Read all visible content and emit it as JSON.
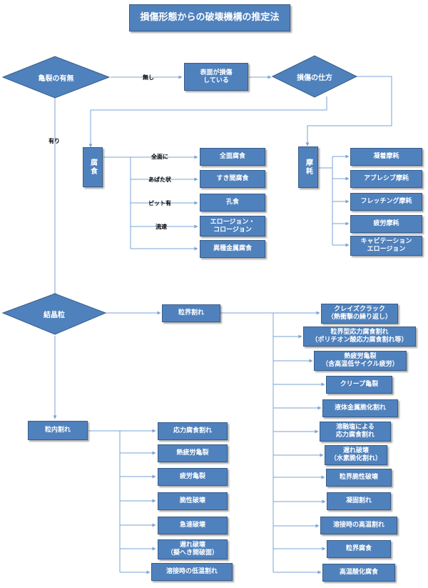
{
  "title": "損傷形態からの破壊機構の推定法",
  "crack_decision": {
    "label": "亀裂の有無",
    "branch_none": "無し",
    "branch_yes": "有り"
  },
  "surface_damage": "表面が損傷\nしている",
  "damage_mode": "損傷の仕方",
  "corrosion": {
    "label": "腐食",
    "conditions": [
      "全面に",
      "あばた状",
      "ピット有",
      "流速"
    ],
    "types": [
      "全面腐食",
      "すき間腐食",
      "孔食",
      "エロージョン・\nコロージョン",
      "異種金属腐食"
    ]
  },
  "wear": {
    "label": "摩耗",
    "types": [
      "凝着摩耗",
      "アブレシブ摩耗",
      "フレッチング摩耗",
      "疲労摩耗",
      "キャビテーション\nエロージョン"
    ]
  },
  "grain": {
    "label": "結晶粒",
    "intergranular": "粒界割れ",
    "transgranular": "粒内割れ"
  },
  "transgranular_types": [
    "応力腐食割れ",
    "熱疲労亀裂",
    "疲労亀裂",
    "脆性破壊",
    "急速破壊",
    "遅れ破壊\n（擬へき開破面）",
    "溶接時の低温割れ"
  ],
  "intergranular_types": [
    "クレイズクラック\n（熱衝撃の繰り返し）",
    "粒界型応力腐食割れ\n（ポリチオン酸応力腐食割れ等）",
    "熱疲労亀裂\n（含高温低サイクル疲労）",
    "クリープ亀裂",
    "液体金属脆化割れ",
    "溶融塩による\n応力腐食割れ",
    "遅れ破壊\n（水素脆化割れ）",
    "粒界脆性破壊",
    "凝固割れ",
    "溶接時の高温割れ",
    "粒界腐食",
    "高温酸化腐食"
  ],
  "colors": {
    "box_fill": "#4f81bd",
    "box_border": "#385d8a",
    "line": "#7aa3d6"
  }
}
